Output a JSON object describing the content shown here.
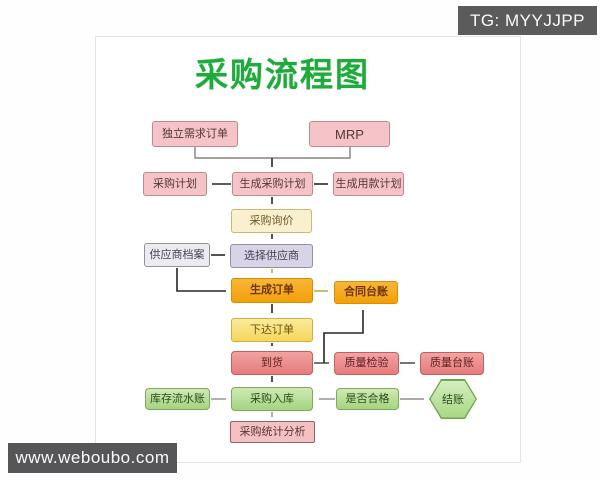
{
  "title": "采购流程图",
  "watermarks": {
    "telegram": "TG: MYYJJPP",
    "website": "www.weboubo.com"
  },
  "labels": {
    "independent_demand_order": "独立需求订单",
    "mrp": "MRP",
    "purchase_plan": "采购计划",
    "generate_purchase_plan": "生成采购计划",
    "generate_payment_plan": "生成用款计划",
    "purchase_inquiry": "采购询价",
    "supplier_archive": "供应商档案",
    "select_supplier": "选择供应商",
    "generate_order": "生成订单",
    "contract_ledger": "合同台账",
    "release_order": "下达订单",
    "goods_arrival": "到货",
    "quality_inspection": "质量检验",
    "quality_ledger": "质量台账",
    "inventory_journal": "库存流水账",
    "purchase_inbound": "采购入库",
    "qualified_check": "是否合格",
    "settlement": "结账",
    "purchase_statistics": "采购统计分析"
  },
  "edges": [
    {
      "from": "independent_demand_order",
      "to": "generate_purchase_plan"
    },
    {
      "from": "mrp",
      "to": "generate_purchase_plan"
    },
    {
      "from": "generate_purchase_plan",
      "to": "purchase_plan"
    },
    {
      "from": "generate_purchase_plan",
      "to": "generate_payment_plan"
    },
    {
      "from": "generate_purchase_plan",
      "to": "purchase_inquiry"
    },
    {
      "from": "purchase_inquiry",
      "to": "select_supplier"
    },
    {
      "from": "supplier_archive",
      "to": "select_supplier"
    },
    {
      "from": "supplier_archive",
      "to": "generate_order"
    },
    {
      "from": "select_supplier",
      "to": "generate_order"
    },
    {
      "from": "generate_order",
      "to": "contract_ledger"
    },
    {
      "from": "generate_order",
      "to": "release_order"
    },
    {
      "from": "release_order",
      "to": "goods_arrival"
    },
    {
      "from": "goods_arrival",
      "to": "quality_inspection"
    },
    {
      "from": "goods_arrival",
      "to": "contract_ledger"
    },
    {
      "from": "quality_inspection",
      "to": "quality_ledger"
    },
    {
      "from": "goods_arrival",
      "to": "purchase_inbound"
    },
    {
      "from": "inventory_journal",
      "to": "purchase_inbound"
    },
    {
      "from": "qualified_check",
      "to": "purchase_inbound"
    },
    {
      "from": "qualified_check",
      "to": "settlement"
    },
    {
      "from": "purchase_inbound",
      "to": "purchase_statistics"
    }
  ],
  "colors": {
    "title_green": "#1fab3c",
    "pink_fill": "#f6c4c8",
    "cream_fill": "#faf0cd",
    "lavender_fill": "#d9d3e7",
    "orange_fill": "#f5a81c",
    "yellow_fill": "#f9e380",
    "salmon_fill": "#ec8f8f",
    "green_fill": "#b7dd96",
    "watermark_bg": "#5b5b5b"
  }
}
